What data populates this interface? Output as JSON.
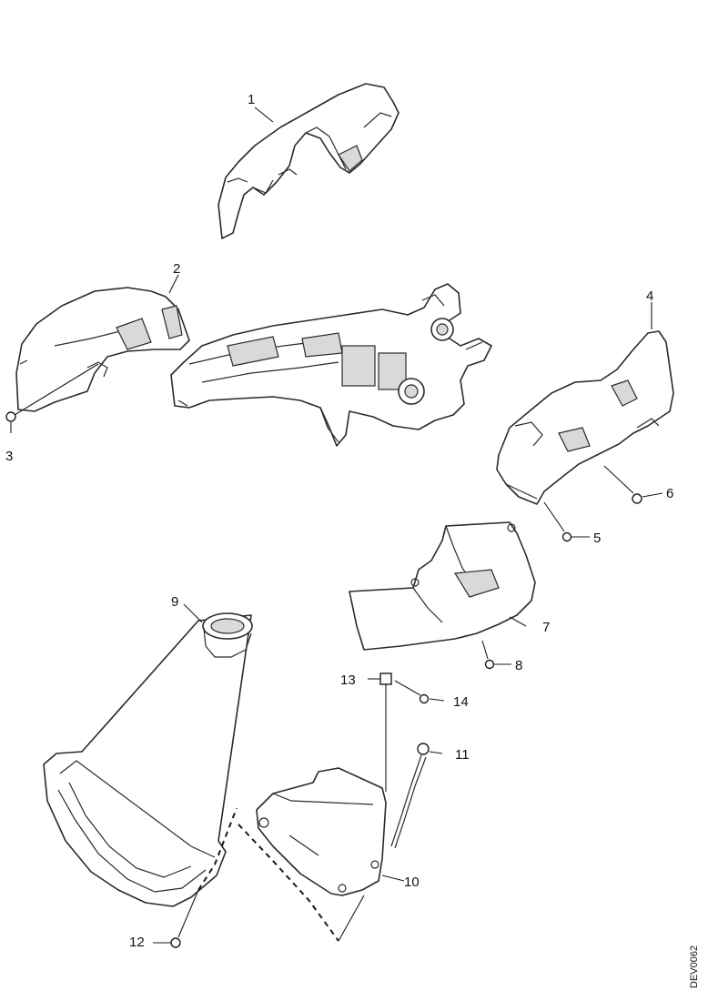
{
  "diagram": {
    "callouts": [
      "1",
      "2",
      "3",
      "4",
      "5",
      "6",
      "7",
      "8",
      "9",
      "10",
      "11",
      "12",
      "13",
      "14"
    ],
    "drawing_code": "DEV0062"
  }
}
